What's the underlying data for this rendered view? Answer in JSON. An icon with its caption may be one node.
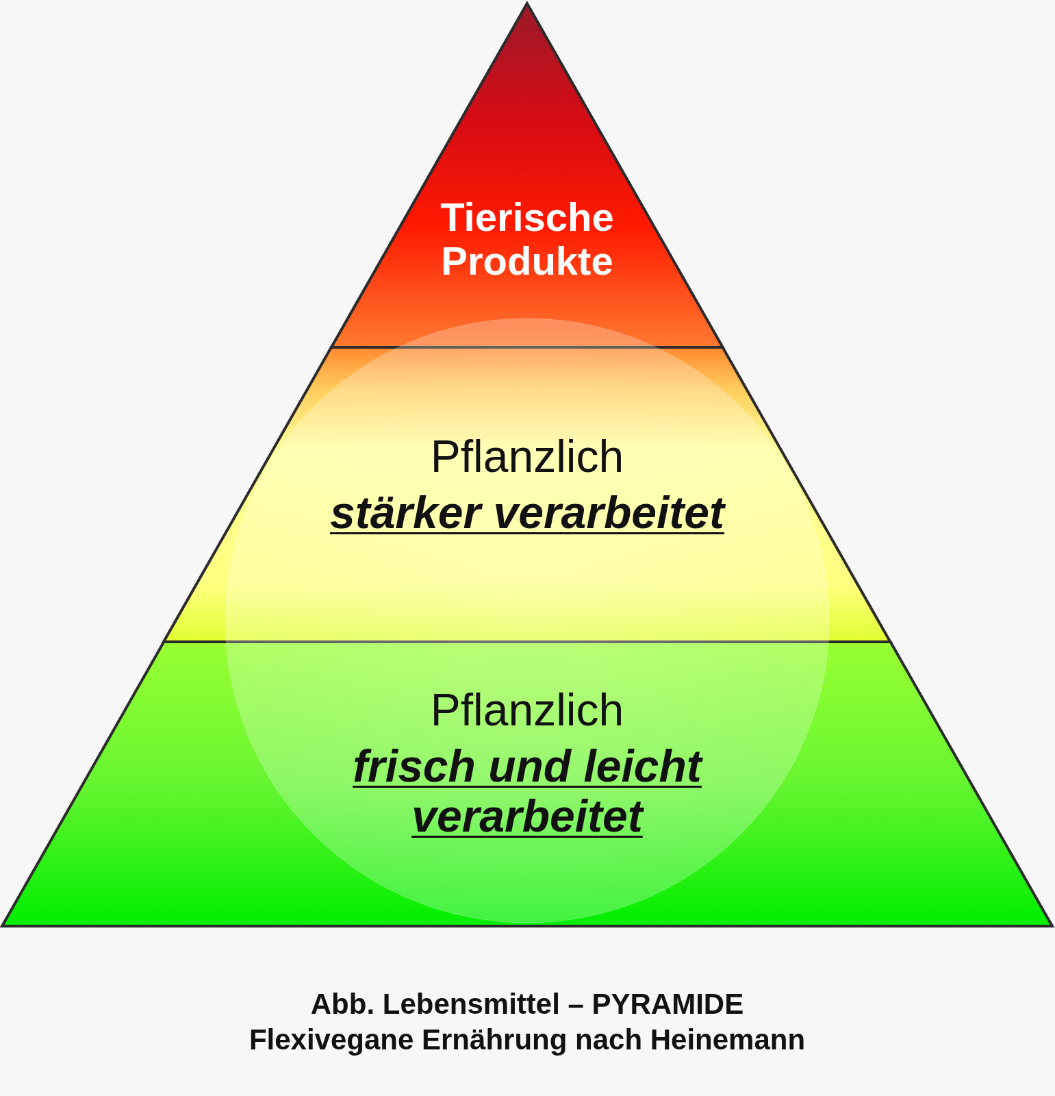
{
  "diagram": {
    "caption": "Abb. Lebensmittel – PYRAMIDE Flexivegane Ernährung nach Heinemann",
    "nodes": [
      {
        "text": [
          "Tierische Produkte"
        ]
      },
      {
        "text": [
          "Pflanzlich",
          "stärker verarbeitet"
        ]
      },
      {
        "text": [
          "Pflanzlich",
          "frisch und leicht verarbeitet"
        ]
      }
    ]
  }
}
